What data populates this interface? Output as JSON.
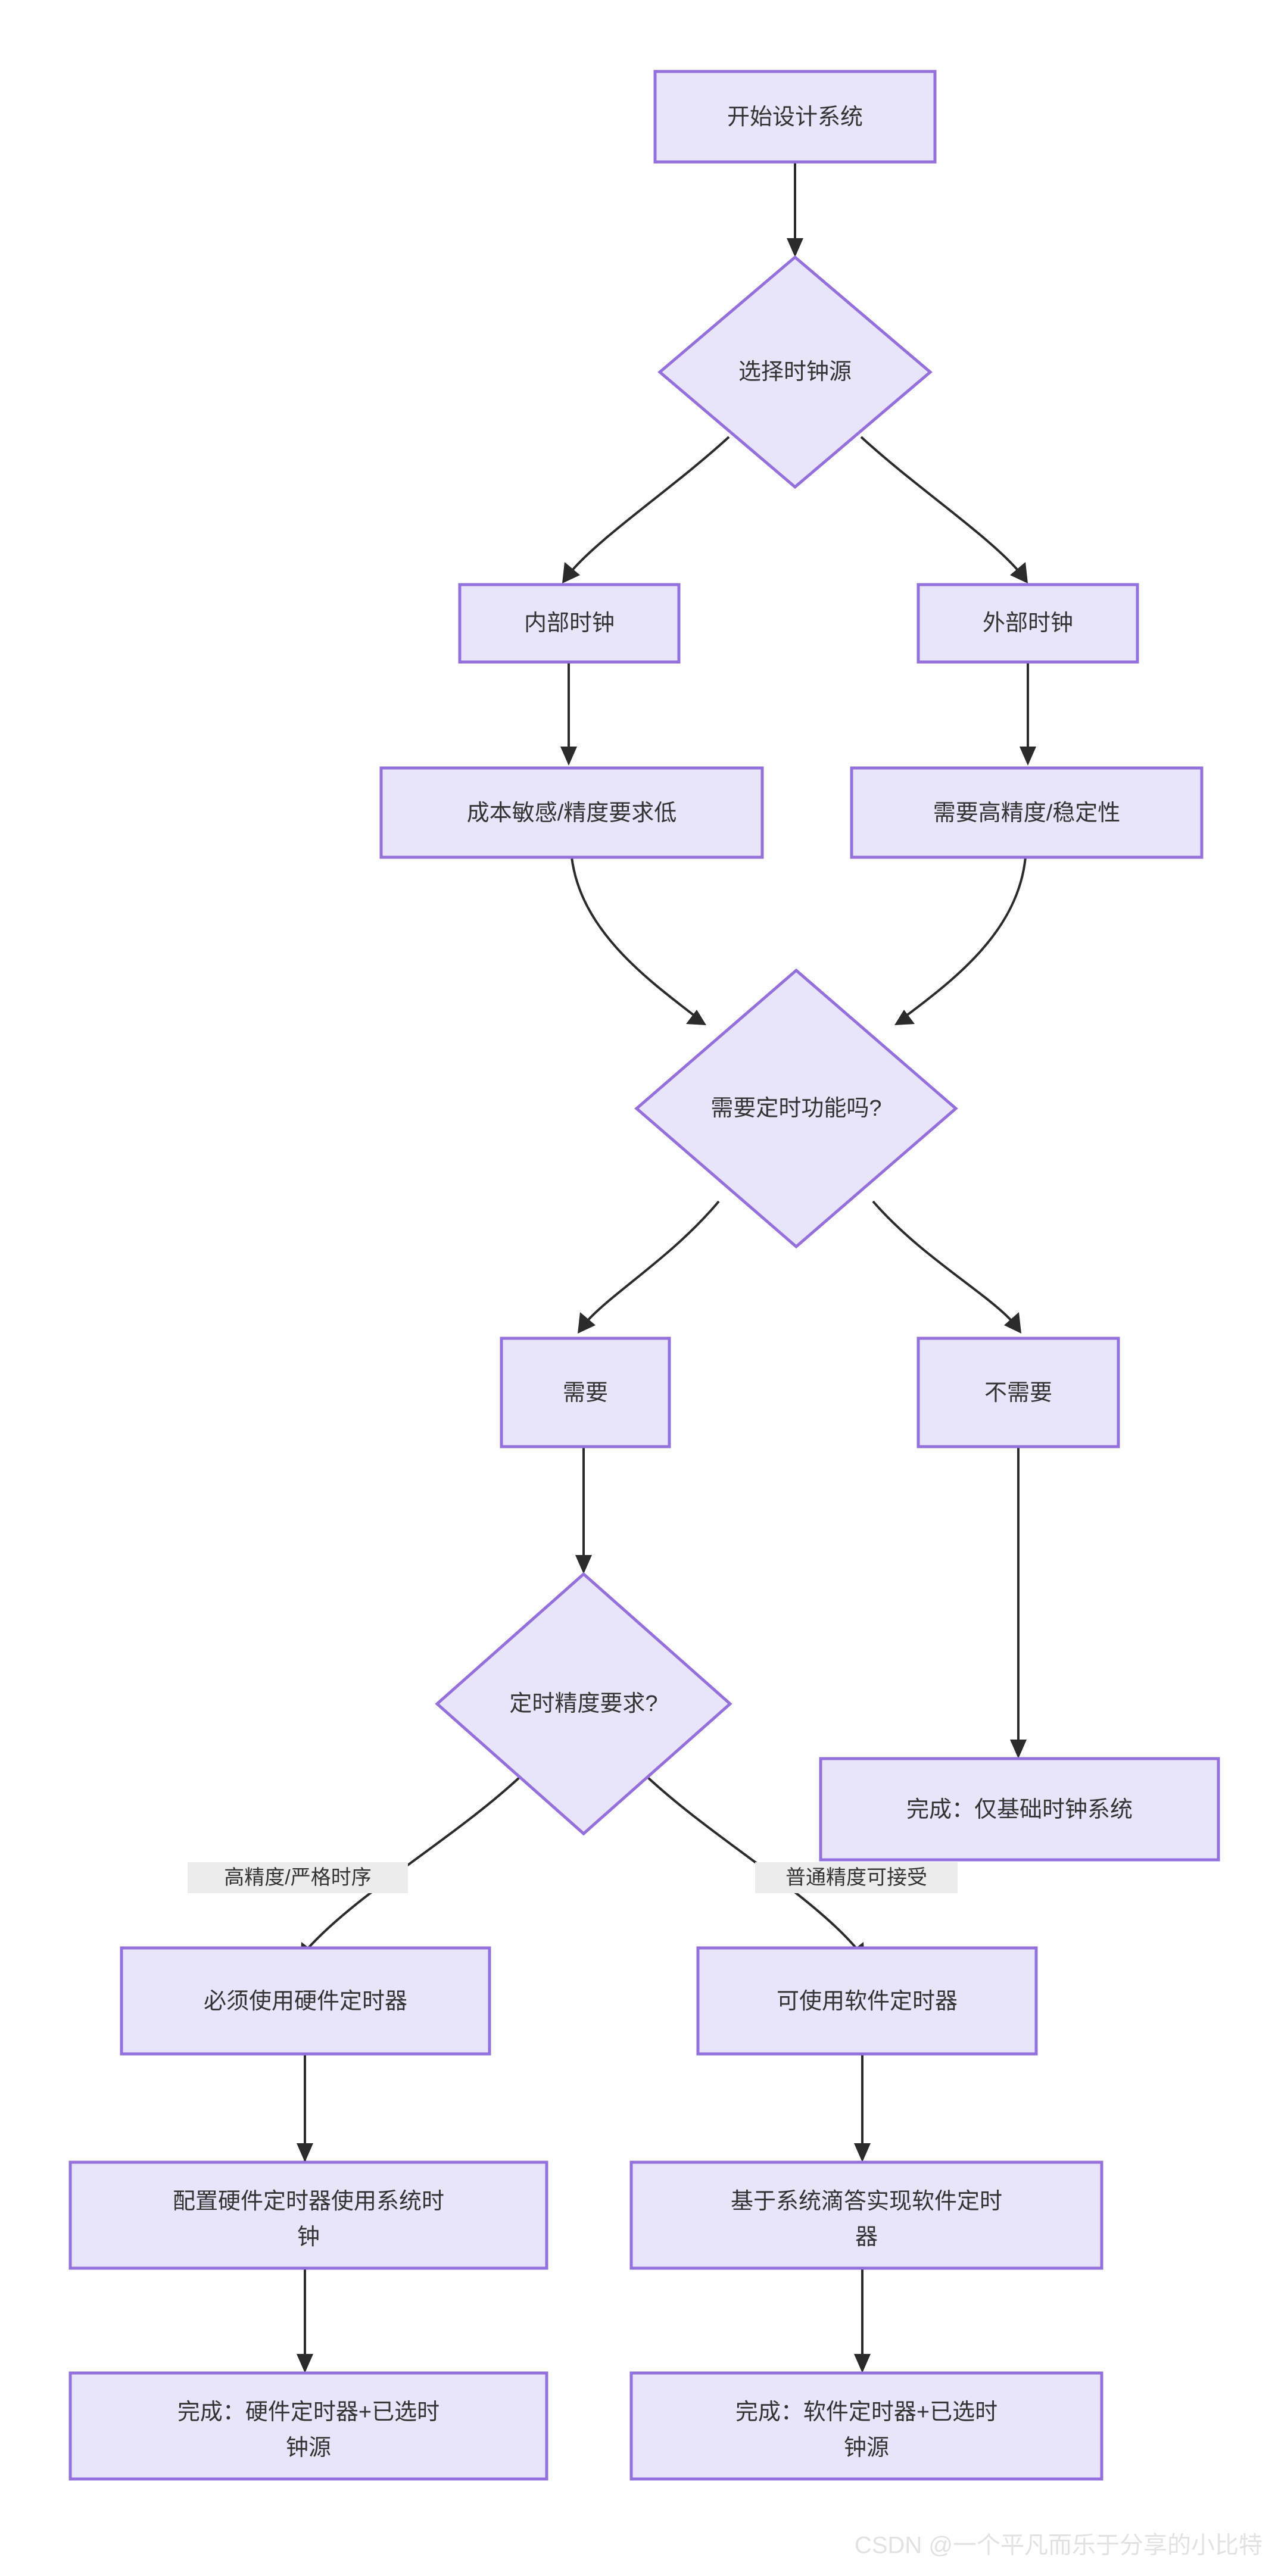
{
  "diagram": {
    "type": "flowchart",
    "title_text": "",
    "direction": "top-down",
    "colors": {
      "node_fill": "#e8e5fb",
      "node_stroke": "#9370db",
      "edge_stroke": "#2b2b2b",
      "text": "#333333",
      "edge_label_bg": "#ececec",
      "background": "#ffffff",
      "watermark": "#e2e2e2"
    },
    "nodes": [
      {
        "id": "n1",
        "shape": "rect",
        "label": "开始设计系统"
      },
      {
        "id": "n2",
        "shape": "diamond",
        "label": "选择时钟源"
      },
      {
        "id": "n3",
        "shape": "rect",
        "label": "内部时钟"
      },
      {
        "id": "n4",
        "shape": "rect",
        "label": "外部时钟"
      },
      {
        "id": "n5",
        "shape": "rect",
        "label": "成本敏感/精度要求低"
      },
      {
        "id": "n6",
        "shape": "rect",
        "label": "需要高精度/稳定性"
      },
      {
        "id": "n7",
        "shape": "diamond",
        "label": "需要定时功能吗?"
      },
      {
        "id": "n8",
        "shape": "rect",
        "label": "需要"
      },
      {
        "id": "n9",
        "shape": "rect",
        "label": "不需要"
      },
      {
        "id": "n10",
        "shape": "diamond",
        "label": "定时精度要求?"
      },
      {
        "id": "n11",
        "shape": "rect",
        "label": "完成：仅基础时钟系统"
      },
      {
        "id": "n12",
        "shape": "rect",
        "label": "必须使用硬件定时器"
      },
      {
        "id": "n13",
        "shape": "rect",
        "label": "可使用软件定时器"
      },
      {
        "id": "n14",
        "shape": "rect",
        "label_line1": "配置硬件定时器使用系统时",
        "label_line2": "钟"
      },
      {
        "id": "n15",
        "shape": "rect",
        "label_line1": "基于系统滴答实现软件定时",
        "label_line2": "器"
      },
      {
        "id": "n16",
        "shape": "rect",
        "label_line1": "完成：硬件定时器+已选时",
        "label_line2": "钟源"
      },
      {
        "id": "n17",
        "shape": "rect",
        "label_line1": "完成：软件定时器+已选时",
        "label_line2": "钟源"
      }
    ],
    "edges": [
      {
        "from": "n1",
        "to": "n2",
        "label": ""
      },
      {
        "from": "n2",
        "to": "n3",
        "label": ""
      },
      {
        "from": "n2",
        "to": "n4",
        "label": ""
      },
      {
        "from": "n3",
        "to": "n5",
        "label": ""
      },
      {
        "from": "n4",
        "to": "n6",
        "label": ""
      },
      {
        "from": "n5",
        "to": "n7",
        "label": ""
      },
      {
        "from": "n6",
        "to": "n7",
        "label": ""
      },
      {
        "from": "n7",
        "to": "n8",
        "label": ""
      },
      {
        "from": "n7",
        "to": "n9",
        "label": ""
      },
      {
        "from": "n8",
        "to": "n10",
        "label": ""
      },
      {
        "from": "n9",
        "to": "n11",
        "label": ""
      },
      {
        "from": "n10",
        "to": "n12",
        "label": "高精度/严格时序"
      },
      {
        "from": "n10",
        "to": "n13",
        "label": "普通精度可接受"
      },
      {
        "from": "n12",
        "to": "n14",
        "label": ""
      },
      {
        "from": "n13",
        "to": "n15",
        "label": ""
      },
      {
        "from": "n14",
        "to": "n16",
        "label": ""
      },
      {
        "from": "n15",
        "to": "n17",
        "label": ""
      }
    ],
    "edge_labels": {
      "high_precision": "高精度/严格时序",
      "normal_precision": "普通精度可接受"
    }
  },
  "watermark": {
    "text": "CSDN @一个平凡而乐于分享的小比特"
  }
}
